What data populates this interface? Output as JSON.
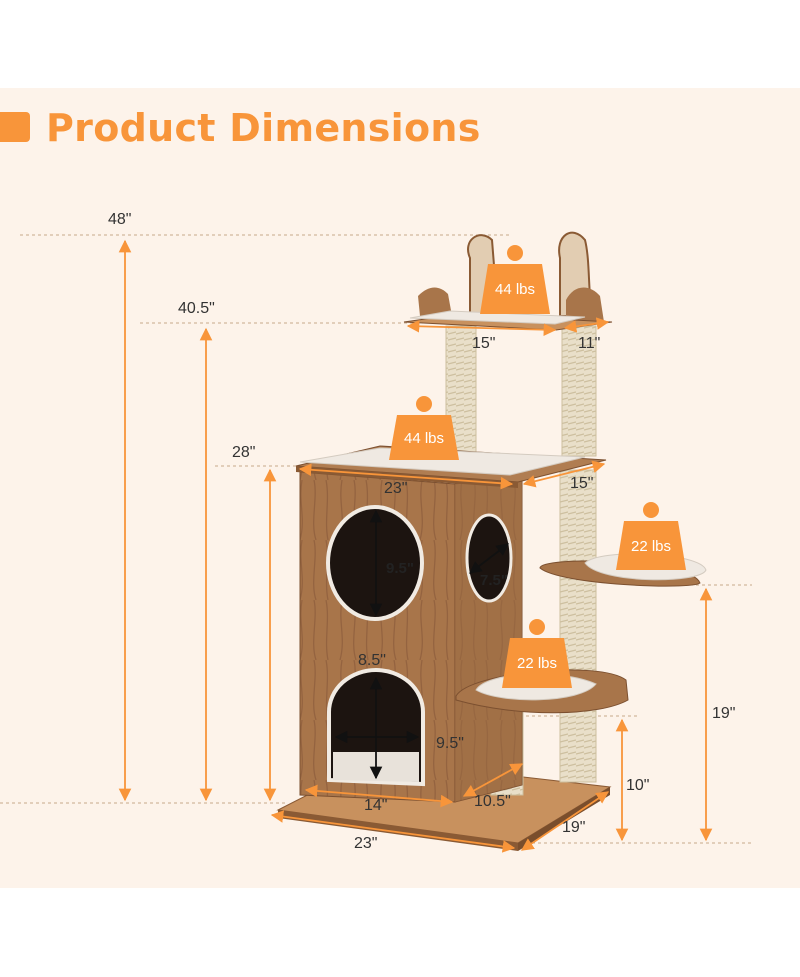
{
  "title": "Product Dimensions",
  "colors": {
    "accent": "#f8953a",
    "wood": "#a8754a",
    "cushion": "#efe9e2",
    "sisal": "#e7dcc6",
    "panel": "#fdf3ea"
  },
  "heights": {
    "total": "48\"",
    "top_platform": "40.5\"",
    "box_top": "28\"",
    "right_platform": "19\"",
    "lower_platform": "10\""
  },
  "top_platform": {
    "width": "15\"",
    "depth": "11\"",
    "load": "44 lbs"
  },
  "box_top": {
    "width": "23\"",
    "depth": "15\"",
    "load": "44 lbs"
  },
  "right_platform": {
    "load": "22 lbs"
  },
  "lower_platform": {
    "load": "22 lbs"
  },
  "openings": {
    "upper_round": "9.5\"",
    "side_oval": "7.5\"",
    "arch_width": "8.5\"",
    "arch_height": "9.5\""
  },
  "base": {
    "box_width": "14\"",
    "box_depth": "10.5\"",
    "width": "23\"",
    "depth": "19\""
  }
}
